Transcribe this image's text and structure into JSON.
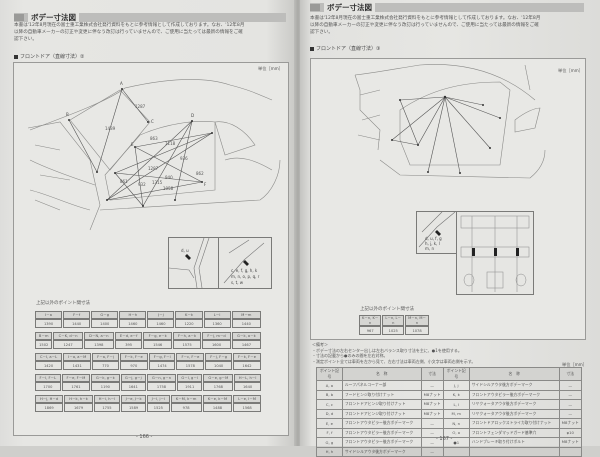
{
  "left_page": {
    "section_title": "ボデー寸法図",
    "intro_lines": [
      "本書は'12年8月現在の富士重工業株式会社発行資料をもとに参考情報として作成しております。なお、'12年8月",
      "以降の自動車メーカーの訂正や変更に伴なう改訂は行っていませんので、ご使用に当たっては最新の情報をご確",
      "認下さい。"
    ],
    "subheading": "フロントドア（直線寸法）②",
    "unit_label": "単位［mm］",
    "diagram_points": [
      "A",
      "B",
      "C",
      "D",
      "E",
      "F",
      "G",
      "H",
      "I",
      "J",
      "K",
      "L",
      "M",
      "N"
    ],
    "diagram_dimensions": [
      "1439",
      "1287",
      "1118",
      "863",
      "936",
      "1287",
      "940",
      "932",
      "861",
      "1315",
      "1058",
      "862"
    ],
    "inset_labels": [
      "d, u",
      "c, e, f, g, h, k",
      "m, n, o, p, q, r",
      "s, t, w"
    ],
    "points_caption": "上記以外のポイント間寸法",
    "tables": [
      {
        "headers": [
          "I－a",
          "F－f",
          "G－g",
          "H－h",
          "J－j",
          "K－k",
          "L－l",
          "M－m"
        ],
        "values": [
          "1390",
          "1440",
          "1400",
          "1460",
          "1460",
          "1220",
          "1360",
          "1440"
        ]
      },
      {
        "headers": [
          "B－m",
          "C－K, d－n",
          "D－N, a－n",
          "E－d, e－f",
          "F－g, e－k",
          "F－h, a－k",
          "F－j, m－d",
          "G－k, a－k"
        ],
        "values": [
          "1502",
          "1247",
          "1398",
          "395",
          "1546",
          "1575",
          "1600",
          "1467"
        ]
      },
      {
        "headers": [
          "C－I, a－L",
          "I－a, a－M",
          "F－a, F－j",
          "F－k, F－e",
          "F－g, F－l",
          "F－c, F－e",
          "F－j, F－g",
          "F－k, F－e"
        ],
        "values": [
          "1420",
          "1431",
          "770",
          "970",
          "1474",
          "1578",
          "1040",
          "1642"
        ]
      },
      {
        "headers": [
          "F－l, F－L",
          "F－e, F－M",
          "G－k, g－k",
          "G－j, g－j",
          "G－n, g－n",
          "G－l, g－l",
          "G－e, g－M",
          "H－L, h－l"
        ],
        "values": [
          "1700",
          "1761",
          "1190",
          "1641",
          "1758",
          "1911",
          "1768",
          "1640"
        ]
      },
      {
        "headers": [
          "H－j, H－d",
          "H－k, h－k",
          "H－i, h－l",
          "J－e, J－k",
          "J－l, j－l",
          "K－M, k－m",
          "K－e, k－M",
          "L－e, l－M"
        ],
        "values": [
          "1869",
          "1679",
          "1755",
          "1589",
          "1525",
          "978",
          "1488",
          "1568"
        ]
      }
    ],
    "page_number": "- 166 -"
  },
  "right_page": {
    "section_title": "ボデー寸法図",
    "intro_lines": [
      "本書は'12年8月現在の富士重工業株式会社発行資料をもとに参考情報として作成しております。なお、'12年8月",
      "以降の自動車メーカーの訂正や変更に伴なう改訂は行っていませんので、ご使用に当たっては最新の情報をご確",
      "認下さい。"
    ],
    "subheading": "フロントドア（直線寸法）③",
    "unit_label": "単位［mm］",
    "inset_labels": [
      "d, u, f, g",
      "h, j, k, l",
      "m, n"
    ],
    "points_caption": "上記以外のポイント間寸法",
    "small_table": {
      "headers": [
        "K－n, K－n",
        "L－n, L－n",
        "M－n, M－n"
      ],
      "values": [
        "967",
        "1025",
        "1078"
      ]
    },
    "notes_title": "＜備考＞",
    "notes": [
      "・ボデー寸法の左右センター出しは左右バランス取り寸法を主に、●1を使用する。",
      "・寸法の記載から●のみの間を左右対称。",
      "・測定ポイント全ては車両を左から見て、左右寸法は車両左側、小文字は車両右側を示す。"
    ],
    "legend_unit": "単位［mm］",
    "legend_headers": [
      "ポイント記号",
      "名　称",
      "寸法",
      "ポイント記号",
      "名　称",
      "寸法"
    ],
    "legend_rows": [
      [
        "A, a",
        "ルーフパネルコーナー部",
        "—",
        "J, j",
        "サイドシルアウタ後方ボデーマーク",
        "—"
      ],
      [
        "B, b",
        "フードヒンジ取り付けナット",
        "M8ナット",
        "K, k",
        "フロントアウタピラー後方ボデーマーク",
        "—"
      ],
      [
        "C, c",
        "フロントドアヒンジ取り付けナット",
        "M8ナット",
        "L, l",
        "リヤクォータアウタ後方ボデーマーク",
        "—"
      ],
      [
        "D, d",
        "フロントドアヒンジ取り付けナット",
        "M8ナット",
        "M, m",
        "リヤクォータアウタ後方ボデーマーク",
        "—"
      ],
      [
        "E, e",
        "フロントアウタピラー後方ボデーマーク",
        "—",
        "N, n",
        "フロントドアロックストライカ取り付けナット",
        "M8ナット"
      ],
      [
        "F, f",
        "フロントアウタピラー後方ボデーマーク",
        "—",
        "O, o",
        "フロントフェンダマッドガード基準穴",
        "φ10"
      ],
      [
        "G, g",
        "フロントアウタピラー後方ボデーマーク",
        "—",
        "●1",
        "ハンドブレーキ取り付けボルト",
        "M8ナット"
      ],
      [
        "H, h",
        "サイドシルアウタ後方ボデーマーク",
        "—",
        "",
        "",
        ""
      ]
    ],
    "page_number": "- 167 -"
  }
}
